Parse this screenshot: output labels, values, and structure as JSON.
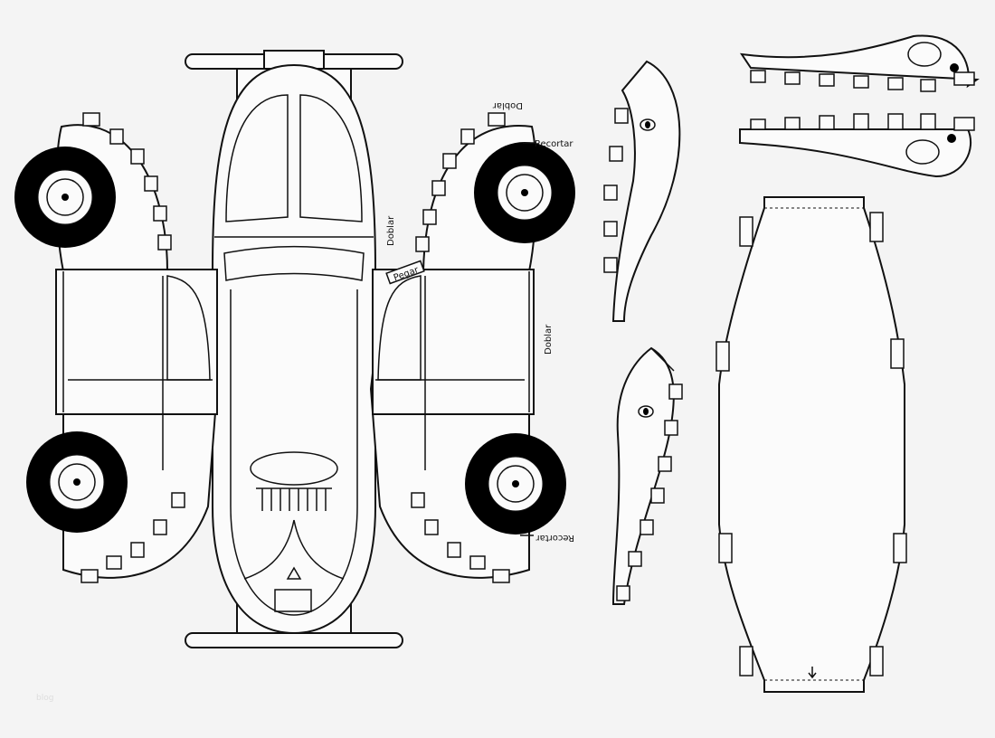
{
  "labels": {
    "fold_top": "Doblar",
    "cut_top": "Recortar",
    "fold_left_vertical": "Doblar",
    "glue": "Pegar",
    "fold_right_vertical": "Doblar",
    "cut_bottom": "Recortar"
  },
  "watermark": "blog",
  "colors": {
    "background": "#f4f4f4",
    "line": "#111111",
    "tire": "#000000"
  }
}
